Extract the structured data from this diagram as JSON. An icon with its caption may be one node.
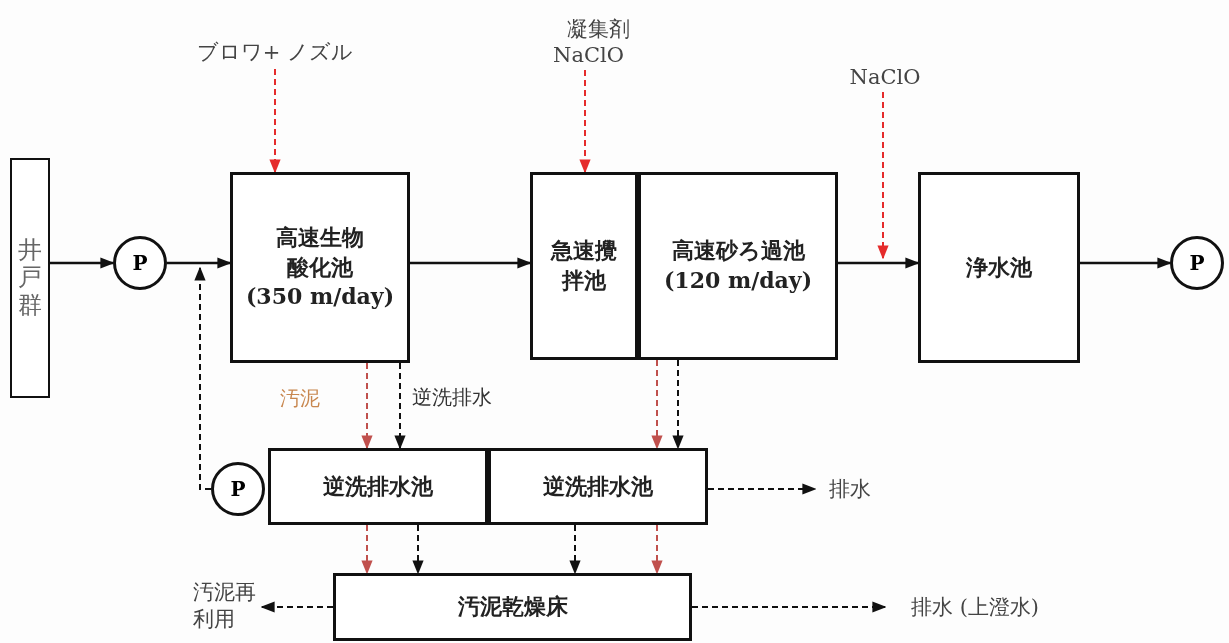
{
  "diagram": {
    "nodes": [
      {
        "text": [
          "井戸群"
        ]
      },
      {
        "text": [
          "P"
        ]
      },
      {
        "text": [
          "高速生物酸化池",
          "(350 m/day)"
        ]
      },
      {
        "text": [
          "急速攪拌池"
        ]
      },
      {
        "text": [
          "高速砂ろ過池",
          "(120 m/day)"
        ]
      },
      {
        "text": [
          "浄水池"
        ]
      },
      {
        "text": [
          "P"
        ]
      },
      {
        "text": [
          "ブロワ+ ノズル"
        ]
      },
      {
        "text": [
          "凝集剤",
          "NaClO"
        ]
      },
      {
        "text": [
          "NaClO"
        ]
      },
      {
        "text": [
          "P"
        ]
      },
      {
        "text": [
          "逆洗排水池"
        ]
      },
      {
        "text": [
          "逆洗排水池"
        ]
      },
      {
        "text": [
          "排水"
        ]
      },
      {
        "text": [
          "汚泥乾燥床"
        ]
      },
      {
        "text": [
          "汚泥再利用"
        ]
      },
      {
        "text": [
          "排水 (上澄水)"
        ]
      }
    ],
    "edges": [
      {
        "from": 0,
        "to": 1,
        "arrow": "to"
      },
      {
        "from": 1,
        "to": 2,
        "arrow": "to"
      },
      {
        "from": 7,
        "to": 2,
        "arrow": "to",
        "style": "dashed",
        "color": "#e52b2b"
      },
      {
        "from": 2,
        "to": 3,
        "arrow": "to"
      },
      {
        "from": 8,
        "to": 3,
        "arrow": "to",
        "style": "dashed",
        "color": "#e52b2b"
      },
      {
        "from": 4,
        "to": 5,
        "arrow": "to"
      },
      {
        "from": 9,
        "to": null,
        "arrow": "to",
        "style": "dashed",
        "color": "#e52b2b"
      },
      {
        "from": 5,
        "to": 6,
        "arrow": "to"
      },
      {
        "from": 2,
        "to": 11,
        "arrow": "to",
        "style": "dashed",
        "color": "#c0504d",
        "label": "汚泥"
      },
      {
        "from": 2,
        "to": 11,
        "arrow": "to",
        "style": "dashed",
        "label": "逆洗排水"
      },
      {
        "from": 4,
        "to": 12,
        "arrow": "to",
        "style": "dashed",
        "color": "#c0504d"
      },
      {
        "from": 4,
        "to": 12,
        "arrow": "to",
        "style": "dashed"
      },
      {
        "from": 12,
        "to": 13,
        "arrow": "to",
        "style": "dashed"
      },
      {
        "from": 11,
        "to": 14,
        "arrow": "to",
        "style": "dashed",
        "color": "#c0504d"
      },
      {
        "from": 11,
        "to": 14,
        "arrow": "to",
        "style": "dashed"
      },
      {
        "from": 12,
        "to": 14,
        "arrow": "to",
        "style": "dashed"
      },
      {
        "from": 12,
        "to": 14,
        "arrow": "to",
        "style": "dashed",
        "color": "#c0504d"
      },
      {
        "from": 14,
        "to": 15,
        "arrow": "to",
        "style": "dashed"
      },
      {
        "from": 14,
        "to": 16,
        "arrow": "to",
        "style": "dashed"
      },
      {
        "from": 10,
        "to": 2,
        "arrow": "to",
        "style": "dashed"
      }
    ]
  }
}
